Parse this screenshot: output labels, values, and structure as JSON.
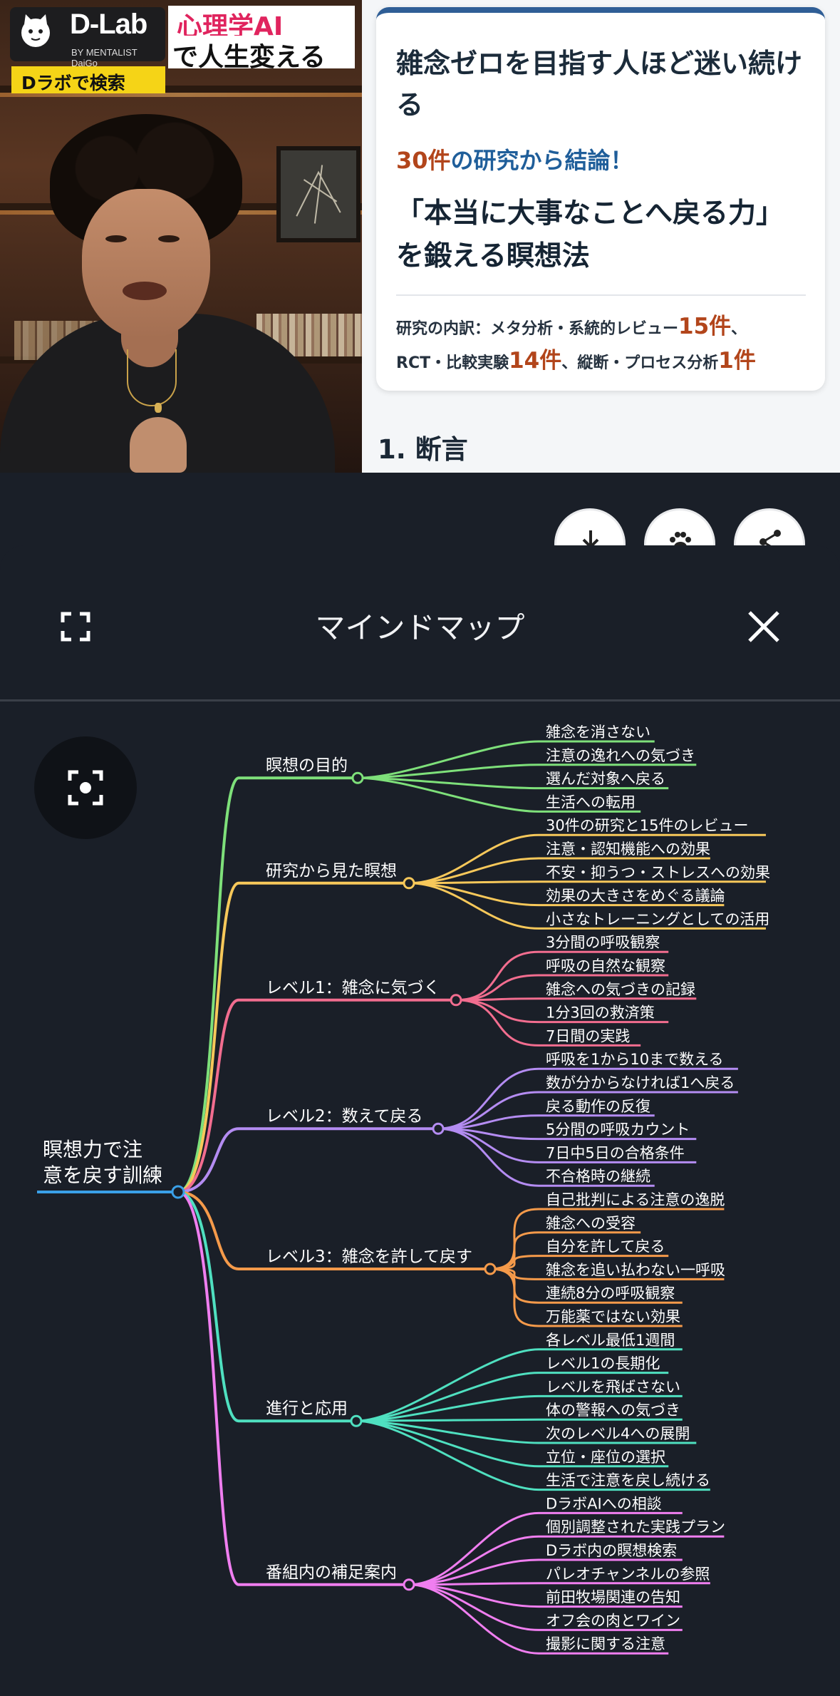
{
  "video": {
    "logo_text": "D-Lab",
    "logo_sub": "BY MENTALIST DaiGo",
    "banner_line1": "心理学AI",
    "banner_line2": "で人生変える",
    "search_badge": "Dラボで検索"
  },
  "slide": {
    "title": "雑念ゼロを目指す人ほど迷い続ける",
    "count_num": "30件",
    "count_rest": "の研究から結論！",
    "headline": "「本当に大事なことへ戻る力」を鍛える瞑想法",
    "breakdown_a": "研究の内訳：メタ分析・系統的レビュー",
    "breakdown_b": "15件",
    "breakdown_c": "、",
    "breakdown_d": "RCT・比較実験",
    "breakdown_e": "14件",
    "breakdown_f": "、縦断・プロセス分析",
    "breakdown_g": "1件",
    "section": "1. 断言"
  },
  "player": {
    "controls": [
      "download-icon",
      "paw-icon",
      "share-icon"
    ]
  },
  "sheet": {
    "title": "マインドマップ",
    "icons": {
      "fullscreen": "fullscreen-icon",
      "close": "close-icon",
      "recenter": "focus-icon"
    }
  },
  "mindmap": {
    "root": "瞑想力で注意を戻す訓練",
    "root_color": "#3aa0e8",
    "branches": [
      {
        "label": "瞑想の目的",
        "color": "#7ee07a",
        "leaves": [
          "雑念を消さない",
          "注意の逸れへの気づき",
          "選んだ対象へ戻る",
          "生活への転用"
        ]
      },
      {
        "label": "研究から見た瞑想",
        "color": "#f7c85a",
        "leaves": [
          "30件の研究と15件のレビュー",
          "注意・認知機能への効果",
          "不安・抑うつ・ストレスへの効果",
          "効果の大きさをめぐる議論",
          "小さなトレーニングとしての活用"
        ]
      },
      {
        "label": "レベル1：雑念に気づく",
        "color": "#f26d8f",
        "leaves": [
          "3分間の呼吸観察",
          "呼吸の自然な観察",
          "雑念への気づきの記録",
          "1分3回の救済策",
          "7日間の実践"
        ]
      },
      {
        "label": "レベル2：数えて戻る",
        "color": "#b48cf2",
        "leaves": [
          "呼吸を1から10まで数える",
          "数が分からなければ1へ戻る",
          "戻る動作の反復",
          "5分間の呼吸カウント",
          "7日中5日の合格条件",
          "不合格時の継続"
        ]
      },
      {
        "label": "レベル3：雑念を許して戻す",
        "color": "#f59a4a",
        "leaves": [
          "自己批判による注意の逸脱",
          "雑念への受容",
          "自分を許して戻る",
          "雑念を追い払わない一呼吸",
          "連続8分の呼吸観察",
          "万能薬ではない効果"
        ]
      },
      {
        "label": "進行と応用",
        "color": "#4fe0c0",
        "leaves": [
          "各レベル最低1週間",
          "レベル1の長期化",
          "レベルを飛ばさない",
          "体の警報への気づき",
          "次のレベル4への展開",
          "立位・座位の選択",
          "生活で注意を戻し続ける"
        ]
      },
      {
        "label": "番組内の補足案内",
        "color": "#f07ef0",
        "leaves": [
          "DラボAIへの相談",
          "個別調整された実践プラン",
          "Dラボ内の瞑想検索",
          "パレオチャンネルの参照",
          "前田牧場関連の告知",
          "オフ会の肉とワイン",
          "撮影に関する注意"
        ]
      }
    ]
  }
}
